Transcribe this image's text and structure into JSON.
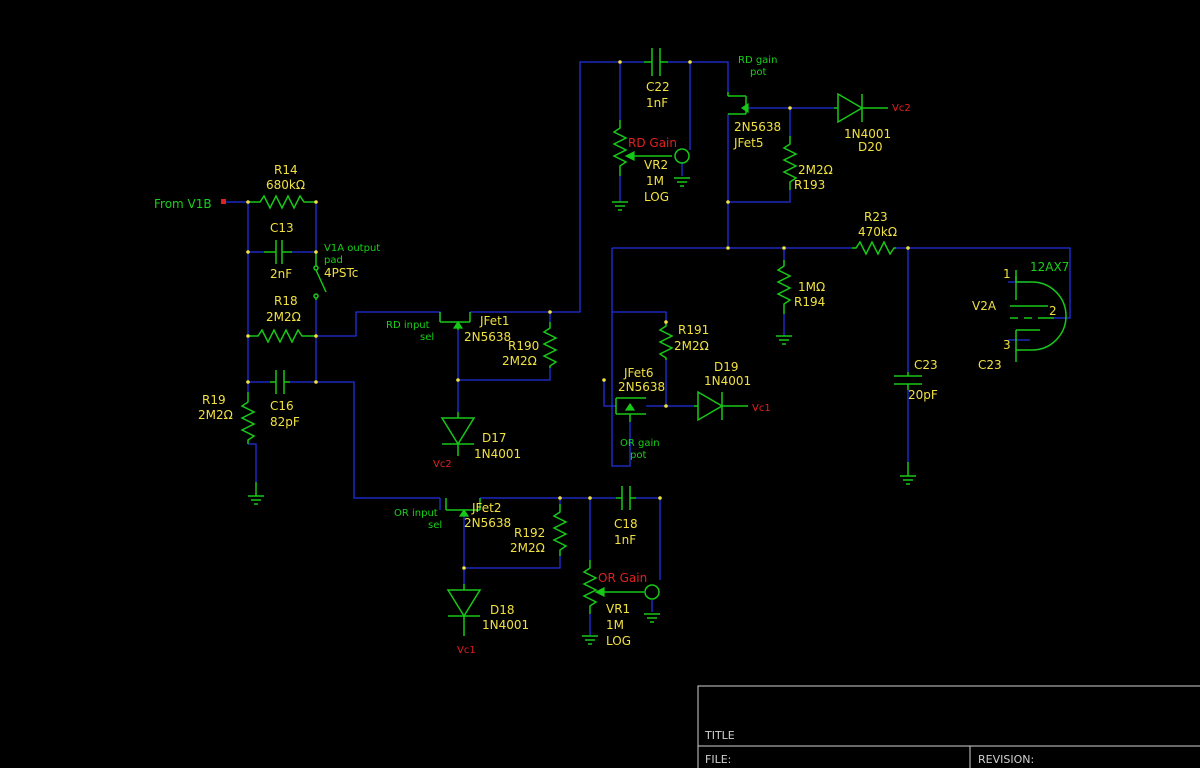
{
  "labels": {
    "from_v1b": "From V1B",
    "r14_name": "R14",
    "r14_val": "680kΩ",
    "c13_name": "C13",
    "c13_val": "2nF",
    "sw_lbl1": "V1A output",
    "sw_lbl2": "pad",
    "sw_name": "4PSTc",
    "r18_name": "R18",
    "r18_val": "2M2Ω",
    "r19_name": "R19",
    "r19_val": "2M2Ω",
    "c16_name": "C16",
    "c16_val": "82pF",
    "rd_sel1": "RD input",
    "rd_sel2": "sel",
    "jfet1_name": "JFet1",
    "jfet1_type": "2N5638",
    "r190_name": "R190",
    "r190_val": "2M2Ω",
    "d17_name": "D17",
    "d17_type": "1N4001",
    "d17_net": "Vc2",
    "or_sel1": "OR input",
    "or_sel2": "sel",
    "jfet2_name": "JFet2",
    "jfet2_type": "2N5638",
    "r192_name": "R192",
    "r192_val": "2M2Ω",
    "d18_name": "D18",
    "d18_type": "1N4001",
    "d18_net": "Vc1",
    "c18_name": "C18",
    "c18_val": "1nF",
    "or_gain": "OR Gain",
    "vr1_name": "VR1",
    "vr1_val": "1M",
    "vr1_taper": "LOG",
    "c22_name": "C22",
    "c22_val": "1nF",
    "rd_gain": "RD Gain",
    "vr2_name": "VR2",
    "vr2_val": "1M",
    "vr2_taper": "LOG",
    "rd_pot1": "RD gain",
    "rd_pot2": "pot",
    "jfet5_type": "2N5638",
    "jfet5_name": "JFet5",
    "d20_type": "1N4001",
    "d20_name": "D20",
    "d20_net": "Vc2",
    "r193_val": "2M2Ω",
    "r193_name": "R193",
    "r23_name": "R23",
    "r23_val": "470kΩ",
    "r194_val": "1MΩ",
    "r194_name": "R194",
    "r191_name": "R191",
    "r191_val": "2M2Ω",
    "jfet6_name": "JFet6",
    "jfet6_type": "2N5638",
    "d19_name": "D19",
    "d19_type": "1N4001",
    "d19_net": "Vc1",
    "or_pot1": "OR gain",
    "or_pot2": "pot",
    "c23_name": "C23",
    "c23_val": "20pF",
    "tube_type": "12AX7",
    "tube_name": "V2A",
    "tube_ref": "C23",
    "pin1": "1",
    "pin2": "2",
    "pin3": "3"
  },
  "title_block": {
    "title_label": "TITLE",
    "file_label": "FILE:",
    "revision_label": "REVISION:"
  },
  "colors": {
    "wire": "#2030e0",
    "component": "#18c818",
    "label": "#f0e040",
    "net": "#e02020"
  }
}
